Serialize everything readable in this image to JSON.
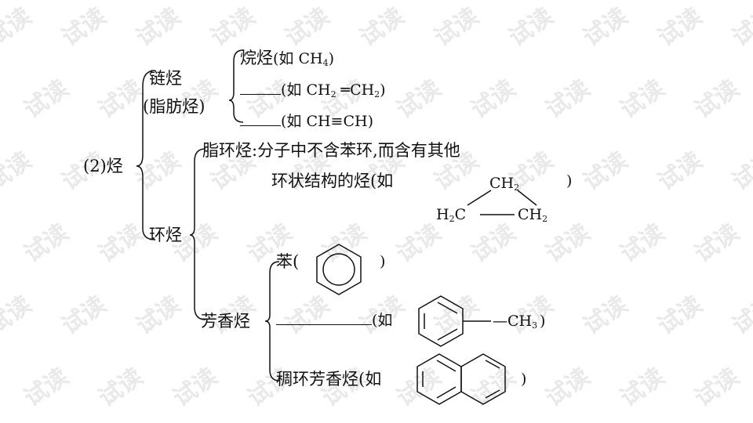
{
  "watermark": "试读",
  "root": {
    "label": "(2)烃"
  },
  "chain": {
    "label_line1": "链烃",
    "label_line2": "(脂肪烃)",
    "alkane": {
      "name": "烷烃",
      "example_pre": "(如 CH",
      "example_sub": "4",
      "example_post": ")"
    },
    "alkene": {
      "example_pre": "(如 CH",
      "sub1": "2",
      "bond": "═",
      "mid": "CH",
      "sub2": "2",
      "post": ")"
    },
    "alkyne": {
      "example": "(如 CH≡CH)"
    }
  },
  "ring": {
    "label": "环烃",
    "alicyclic": {
      "line1": "脂环烃:分子中不含苯环,而含有其他",
      "line2": "环状结构的烃(如",
      "close": ")",
      "structure": {
        "top": "CH",
        "top_sub": "2",
        "left": "H",
        "left_sub": "2",
        "left_post": "C",
        "right": "CH",
        "right_sub": "2"
      }
    },
    "aromatic": {
      "label": "芳香烃",
      "benzene": {
        "pre": "苯(",
        "post": ")"
      },
      "homolog": {
        "pre": "(如",
        "group": "—CH",
        "group_sub": "3",
        "post": ")"
      },
      "fused": {
        "pre": "稠环芳香烃(如",
        "post": ")"
      }
    }
  }
}
